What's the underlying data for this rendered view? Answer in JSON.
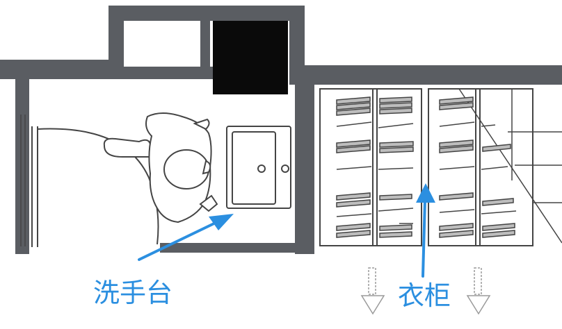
{
  "labels": {
    "washbasin": "洗手台",
    "wardrobe": "衣柜"
  },
  "colors": {
    "wall": "#5a5d62",
    "dark_block": "#0a0a0a",
    "line": "#444444",
    "accent": "#2b8fe0",
    "hanger_fill": "#bdbdbd"
  },
  "icons": [
    "person-figure",
    "door-swing",
    "washbasin",
    "hanger-rail",
    "arrow",
    "down-arrow-marker"
  ]
}
